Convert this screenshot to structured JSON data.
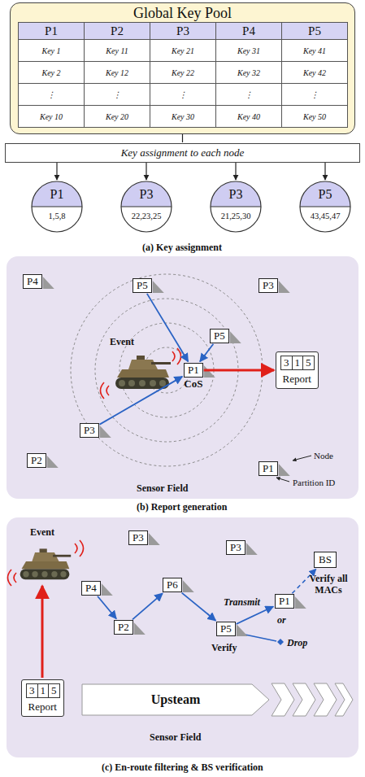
{
  "diagram": {
    "nodes": [
      {
        "text": [
          "Global Key Pool"
        ]
      },
      {
        "text": [
          "Key assignment to each node"
        ]
      },
      {
        "text": [
          "P1",
          "1,5,8"
        ]
      },
      {
        "text": [
          "P3",
          "22,23,25"
        ]
      },
      {
        "text": [
          "P3",
          "21,25,30"
        ]
      },
      {
        "text": [
          "P5",
          "43,45,47"
        ]
      },
      {
        "text": [
          "P4"
        ]
      },
      {
        "text": [
          "P5"
        ]
      },
      {
        "text": [
          "P3"
        ]
      },
      {
        "text": [
          "P5"
        ]
      },
      {
        "text": [
          "P1",
          "CoS"
        ]
      },
      {
        "text": [
          "3",
          "1",
          "5",
          "Report"
        ]
      },
      {
        "text": [
          "P3"
        ]
      },
      {
        "text": [
          "P2"
        ]
      },
      {
        "text": [
          "P1"
        ]
      },
      {
        "text": [
          "P3"
        ]
      },
      {
        "text": [
          "P3"
        ]
      },
      {
        "text": [
          "P4"
        ]
      },
      {
        "text": [
          "P2"
        ]
      },
      {
        "text": [
          "P6"
        ]
      },
      {
        "text": [
          "P1"
        ]
      },
      {
        "text": [
          "BS"
        ]
      },
      {
        "text": [
          "P5"
        ]
      },
      {
        "text": [
          "3",
          "1",
          "5",
          "Report"
        ]
      },
      {
        "text": [
          "Upsteam"
        ]
      }
    ],
    "edges": [
      {
        "from": 0,
        "to": 1,
        "arrow": "none"
      },
      {
        "from": 1,
        "to": 2,
        "arrow": "to"
      },
      {
        "from": 1,
        "to": 3,
        "arrow": "to"
      },
      {
        "from": 1,
        "to": 4,
        "arrow": "to"
      },
      {
        "from": 1,
        "to": 5,
        "arrow": "to"
      },
      {
        "from": 7,
        "to": 10,
        "arrow": "to"
      },
      {
        "from": 9,
        "to": 10,
        "arrow": "to"
      },
      {
        "from": 12,
        "to": 10,
        "arrow": "to"
      },
      {
        "from": 10,
        "to": 11,
        "arrow": "to"
      },
      {
        "from": 17,
        "to": 18,
        "arrow": "to"
      },
      {
        "from": 18,
        "to": 19,
        "arrow": "to"
      },
      {
        "from": 19,
        "to": 22,
        "arrow": "to"
      },
      {
        "from": 22,
        "to": 20,
        "label": "Transmit",
        "arrow": "to"
      },
      {
        "from": 20,
        "to": 21,
        "arrow": "to"
      }
    ],
    "labels": [
      "P1",
      "P2",
      "P3",
      "P4",
      "P5",
      "Key 1",
      "Key 11",
      "Key 21",
      "Key 31",
      "Key 41",
      "Key 2",
      "Key 12",
      "Key 22",
      "Key 32",
      "Key 42",
      "⋮",
      "⋮",
      "⋮",
      "⋮",
      "⋮",
      "Key 10",
      "Key 20",
      "Key 30",
      "Key 40",
      "Key 50",
      "(a) Key assignment",
      "Event",
      "Sensor Field",
      "Node",
      "Partition ID",
      "(b) Report generation",
      "Event",
      "Verify all MACs",
      "or",
      "Drop",
      "Verify",
      "Sensor Field",
      "(c) En-route filtering & BS verification"
    ]
  }
}
